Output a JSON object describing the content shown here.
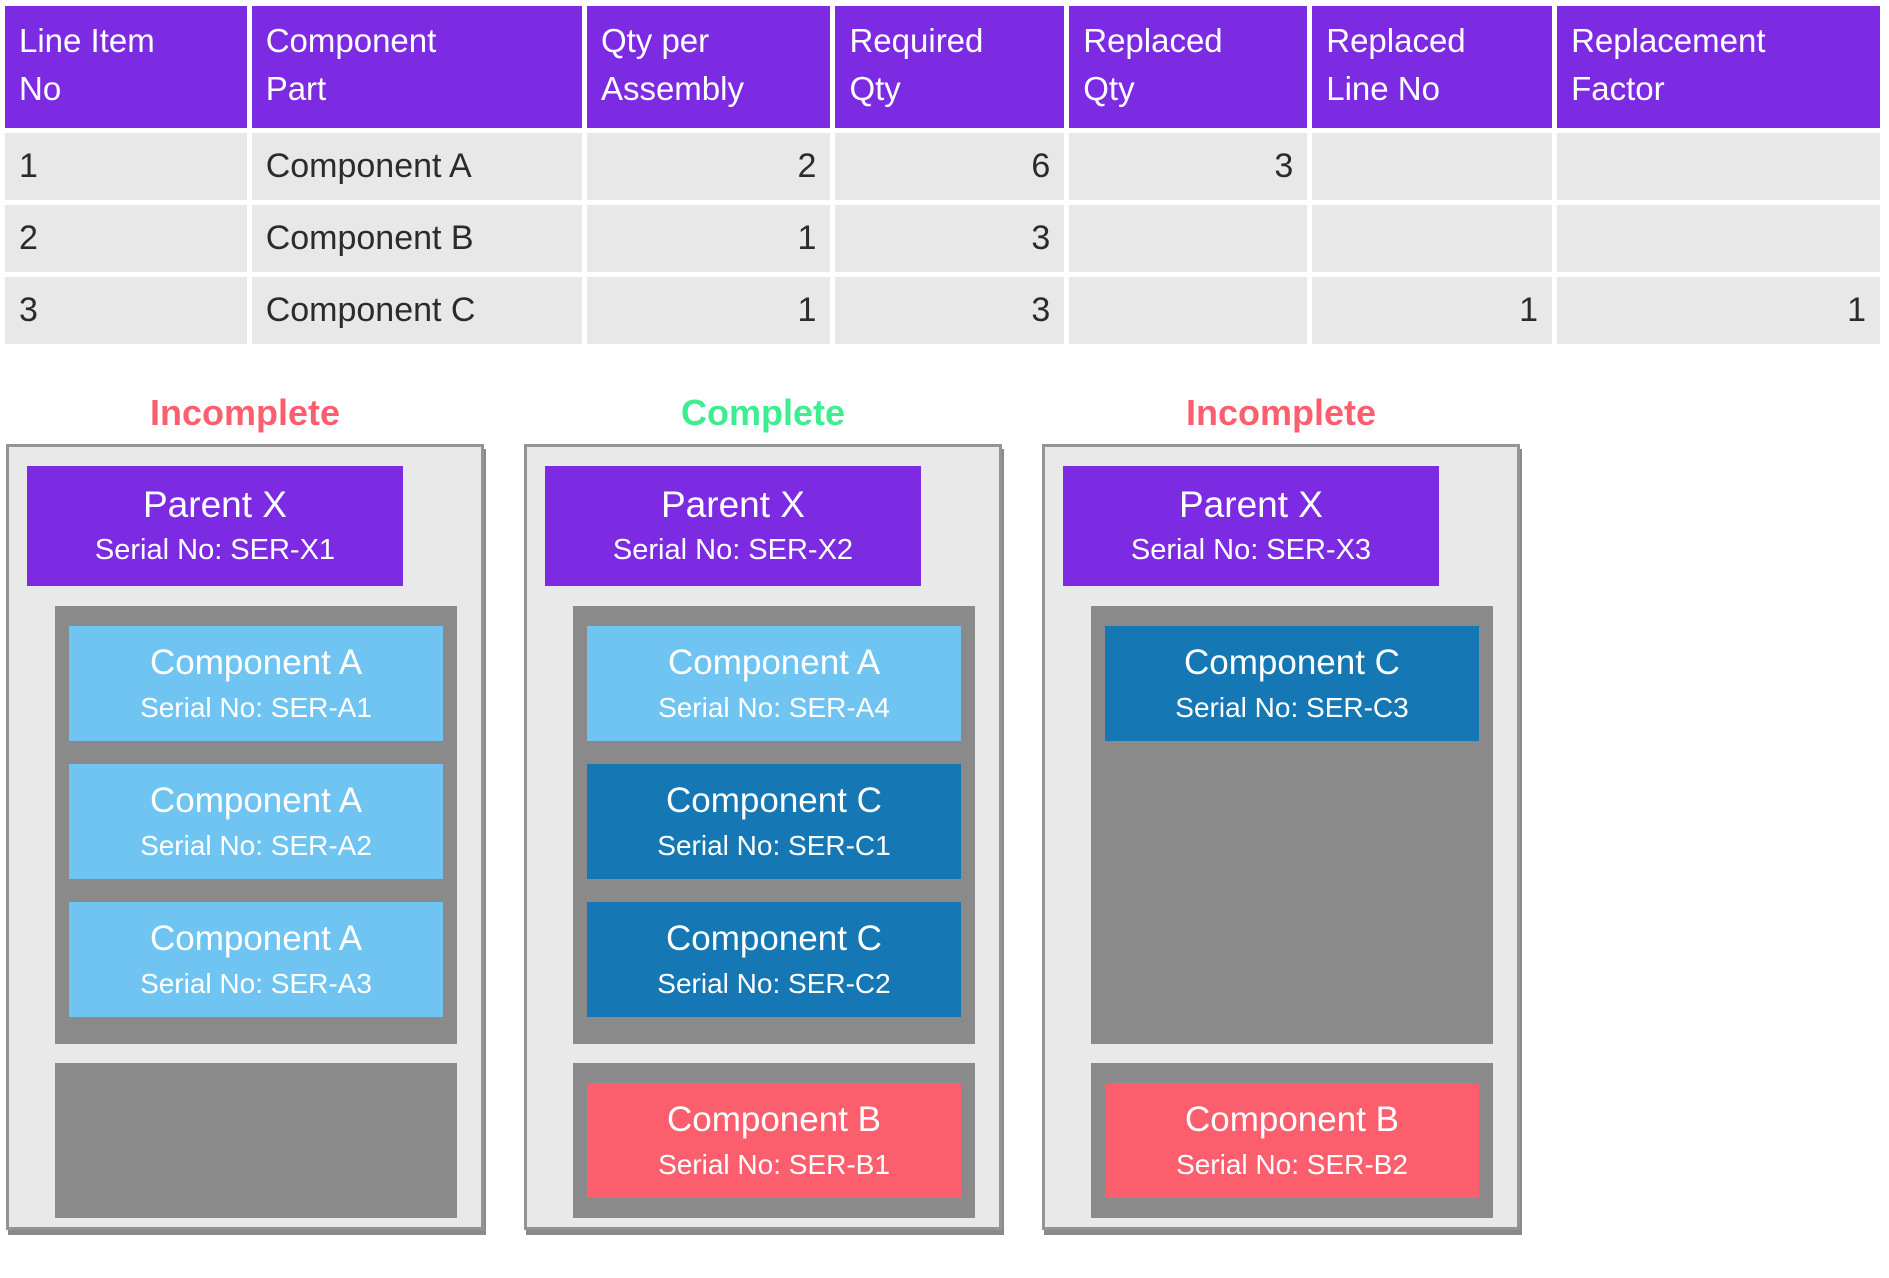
{
  "table": {
    "headers": [
      "Line Item\nNo",
      "Component\nPart",
      "Qty per\nAssembly",
      "Required\nQty",
      "Replaced\nQty",
      "Replaced\nLine No",
      "Replacement\nFactor"
    ],
    "rows": [
      [
        "1",
        "Component A",
        "2",
        "6",
        "3",
        "",
        ""
      ],
      [
        "2",
        "Component B",
        "1",
        "3",
        "",
        "",
        ""
      ],
      [
        "3",
        "Component C",
        "1",
        "3",
        "",
        "1",
        "1"
      ]
    ]
  },
  "panels": [
    {
      "status": "Incomplete",
      "parent": {
        "name": "Parent X",
        "serial": "Serial No: SER-X1"
      },
      "group1": [
        {
          "name": "Component A",
          "serial": "Serial No: SER-A1"
        },
        {
          "name": "Component A",
          "serial": "Serial No: SER-A2"
        },
        {
          "name": "Component A",
          "serial": "Serial No: SER-A3"
        }
      ],
      "group2": []
    },
    {
      "status": "Complete",
      "parent": {
        "name": "Parent X",
        "serial": "Serial No: SER-X2"
      },
      "group1": [
        {
          "name": "Component A",
          "serial": "Serial No: SER-A4"
        },
        {
          "name": "Component C",
          "serial": "Serial No: SER-C1"
        },
        {
          "name": "Component C",
          "serial": "Serial No: SER-C2"
        }
      ],
      "group2": [
        {
          "name": "Component B",
          "serial": "Serial No: SER-B1"
        }
      ]
    },
    {
      "status": "Incomplete",
      "parent": {
        "name": "Parent X",
        "serial": "Serial No: SER-X3"
      },
      "group1": [
        {
          "name": "Component C",
          "serial": "Serial No: SER-C3"
        }
      ],
      "group2": [
        {
          "name": "Component B",
          "serial": "Serial No: SER-B2"
        }
      ]
    }
  ],
  "colors": {
    "purple": "#7C2BE3",
    "light-blue": "#6FC4F1",
    "dark-blue": "#1578B5",
    "pink": "#FB5F6E",
    "green": "#3DEE8E",
    "group-gray": "#8A8A8A",
    "panel-bg": "#E9E9E9",
    "cell-bg": "#E8E8E8"
  }
}
